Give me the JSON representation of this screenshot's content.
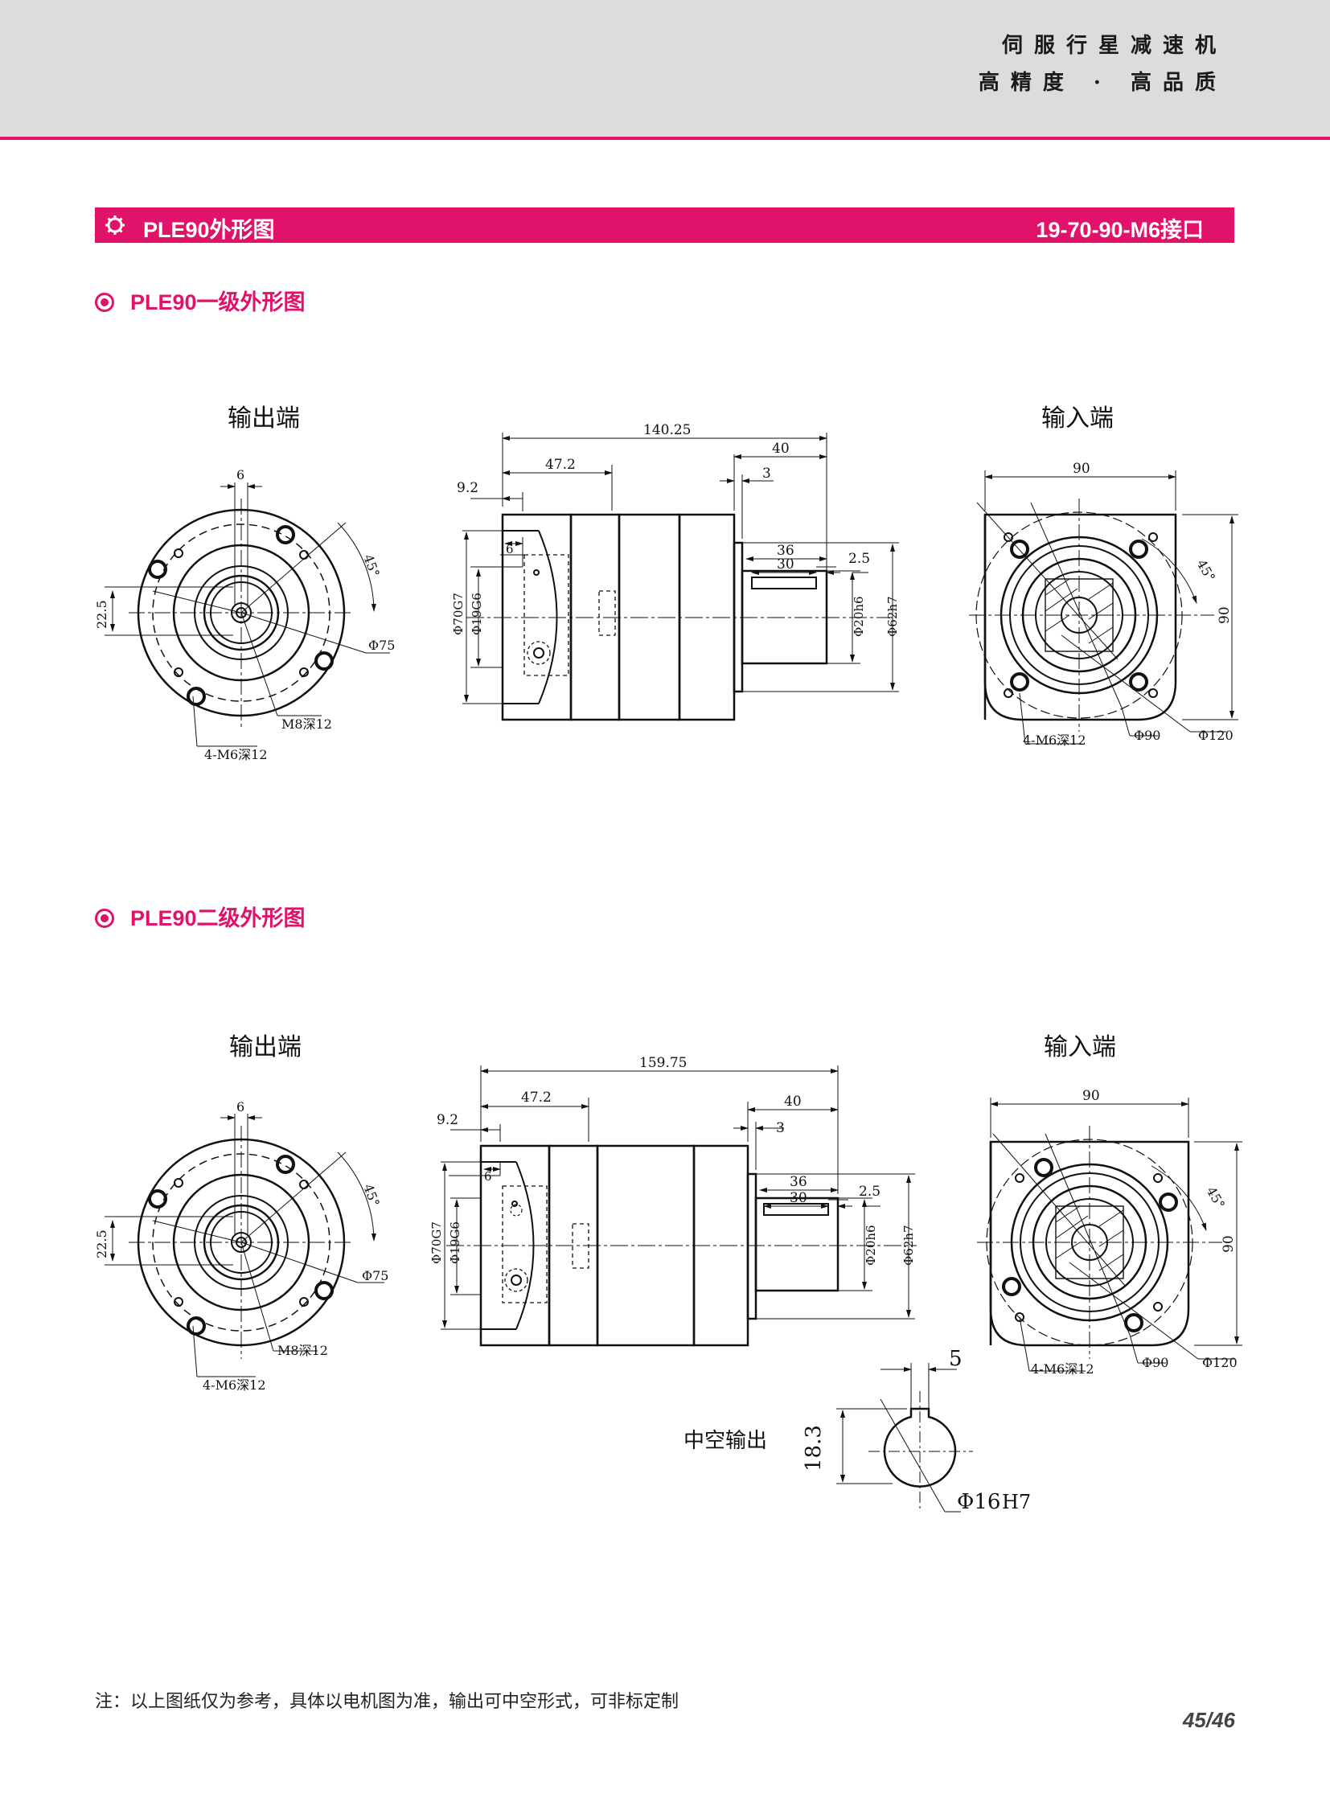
{
  "header": {
    "slogan_line1": "伺服行星减速机",
    "slogan_line2": "高精度 · 高品质"
  },
  "section": {
    "title": "PLE90外形图",
    "interface": "19-70-90-M6接口"
  },
  "stage1": {
    "heading": "PLE90一级外形图",
    "output_view": {
      "label": "输出端",
      "dim_width": "6",
      "dim_offset": "22.5",
      "angle": "45°",
      "pcd": "Φ75",
      "center_tap": "M8深12",
      "mount_holes": "4-M6深12"
    },
    "side_view": {
      "overall": "140.25",
      "flange": "47.2",
      "gap": "9.2",
      "shaft_len": "40",
      "step": "3",
      "key_outer": "36",
      "key_inner": "30",
      "key_off": "2.5",
      "pilot_depth": "6",
      "bore1": "Φ70G7",
      "bore2": "Φ19G6",
      "shaft_dia": "Φ20h6",
      "spigot": "Φ62h7"
    },
    "input_view": {
      "label": "输入端",
      "width": "90",
      "height": "90",
      "angle": "45°",
      "mount_holes": "4-M6深12",
      "d1": "Φ90",
      "d2": "Φ120"
    }
  },
  "stage2": {
    "heading": "PLE90二级外形图",
    "output_view": {
      "label": "输出端",
      "dim_width": "6",
      "dim_offset": "22.5",
      "angle": "45°",
      "pcd": "Φ75",
      "center_tap": "M8深12",
      "mount_holes": "4-M6深12"
    },
    "side_view": {
      "overall": "159.75",
      "flange": "47.2",
      "gap": "9.2",
      "shaft_len": "40",
      "step": "3",
      "key_outer": "36",
      "key_inner": "30",
      "key_off": "2.5",
      "pilot_depth": "6",
      "bore1": "Φ70G7",
      "bore2": "Φ19G6",
      "shaft_dia": "Φ20h6",
      "spigot": "Φ62h7"
    },
    "input_view": {
      "label": "输入端",
      "width": "90",
      "height": "90",
      "angle": "45°",
      "mount_holes": "4-M6深12",
      "d1": "Φ90",
      "d2": "Φ120"
    },
    "hollow": {
      "label": "中空输出",
      "key_width": "5",
      "height": "18.3",
      "bore": "Φ16",
      "tolerance": "H7"
    }
  },
  "footer": {
    "note": "注：以上图纸仅为参考，具体以电机图为准，输出可中空形式，可非标定制",
    "page": "45/46"
  },
  "colors": {
    "accent": "#e0126a",
    "header_bg": "#dcdcdc"
  }
}
